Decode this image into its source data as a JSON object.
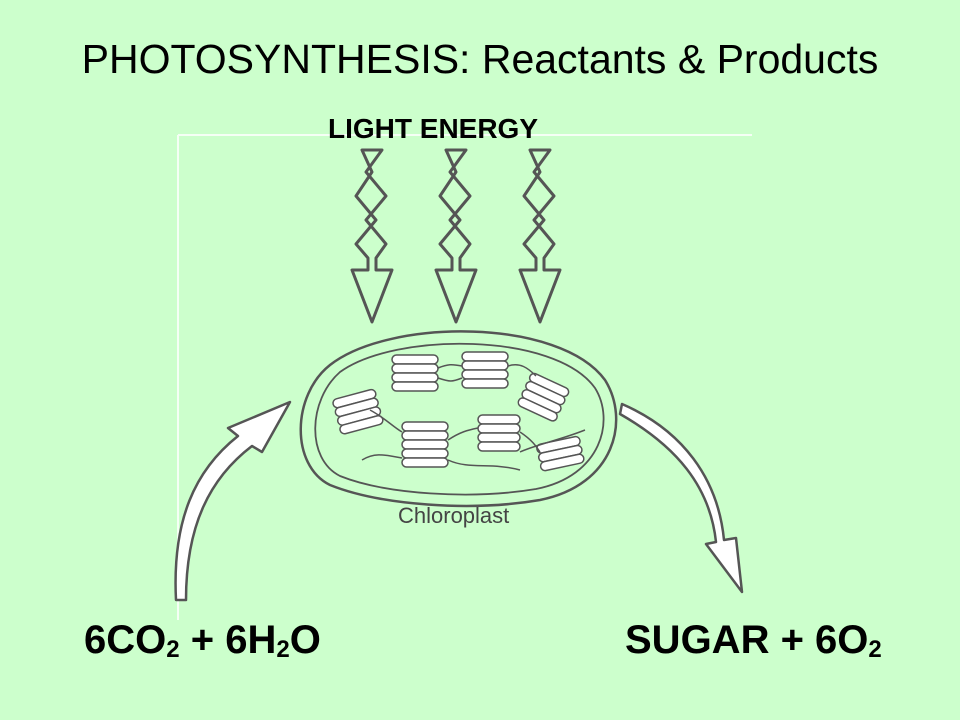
{
  "title": "PHOTOSYNTHESIS: Reactants & Products",
  "light_label": "LIGHT ENERGY",
  "chloroplast_label": "Chloroplast",
  "reactants": {
    "co2_coef": "6CO",
    "co2_sub": "2",
    "plus": " + 6H",
    "h2o_sub": "2",
    "h2o_tail": "O"
  },
  "products": {
    "sugar": "SUGAR + 6O",
    "o2_sub": "2"
  },
  "colors": {
    "background": "#ccffcc",
    "line": "#555555"
  }
}
